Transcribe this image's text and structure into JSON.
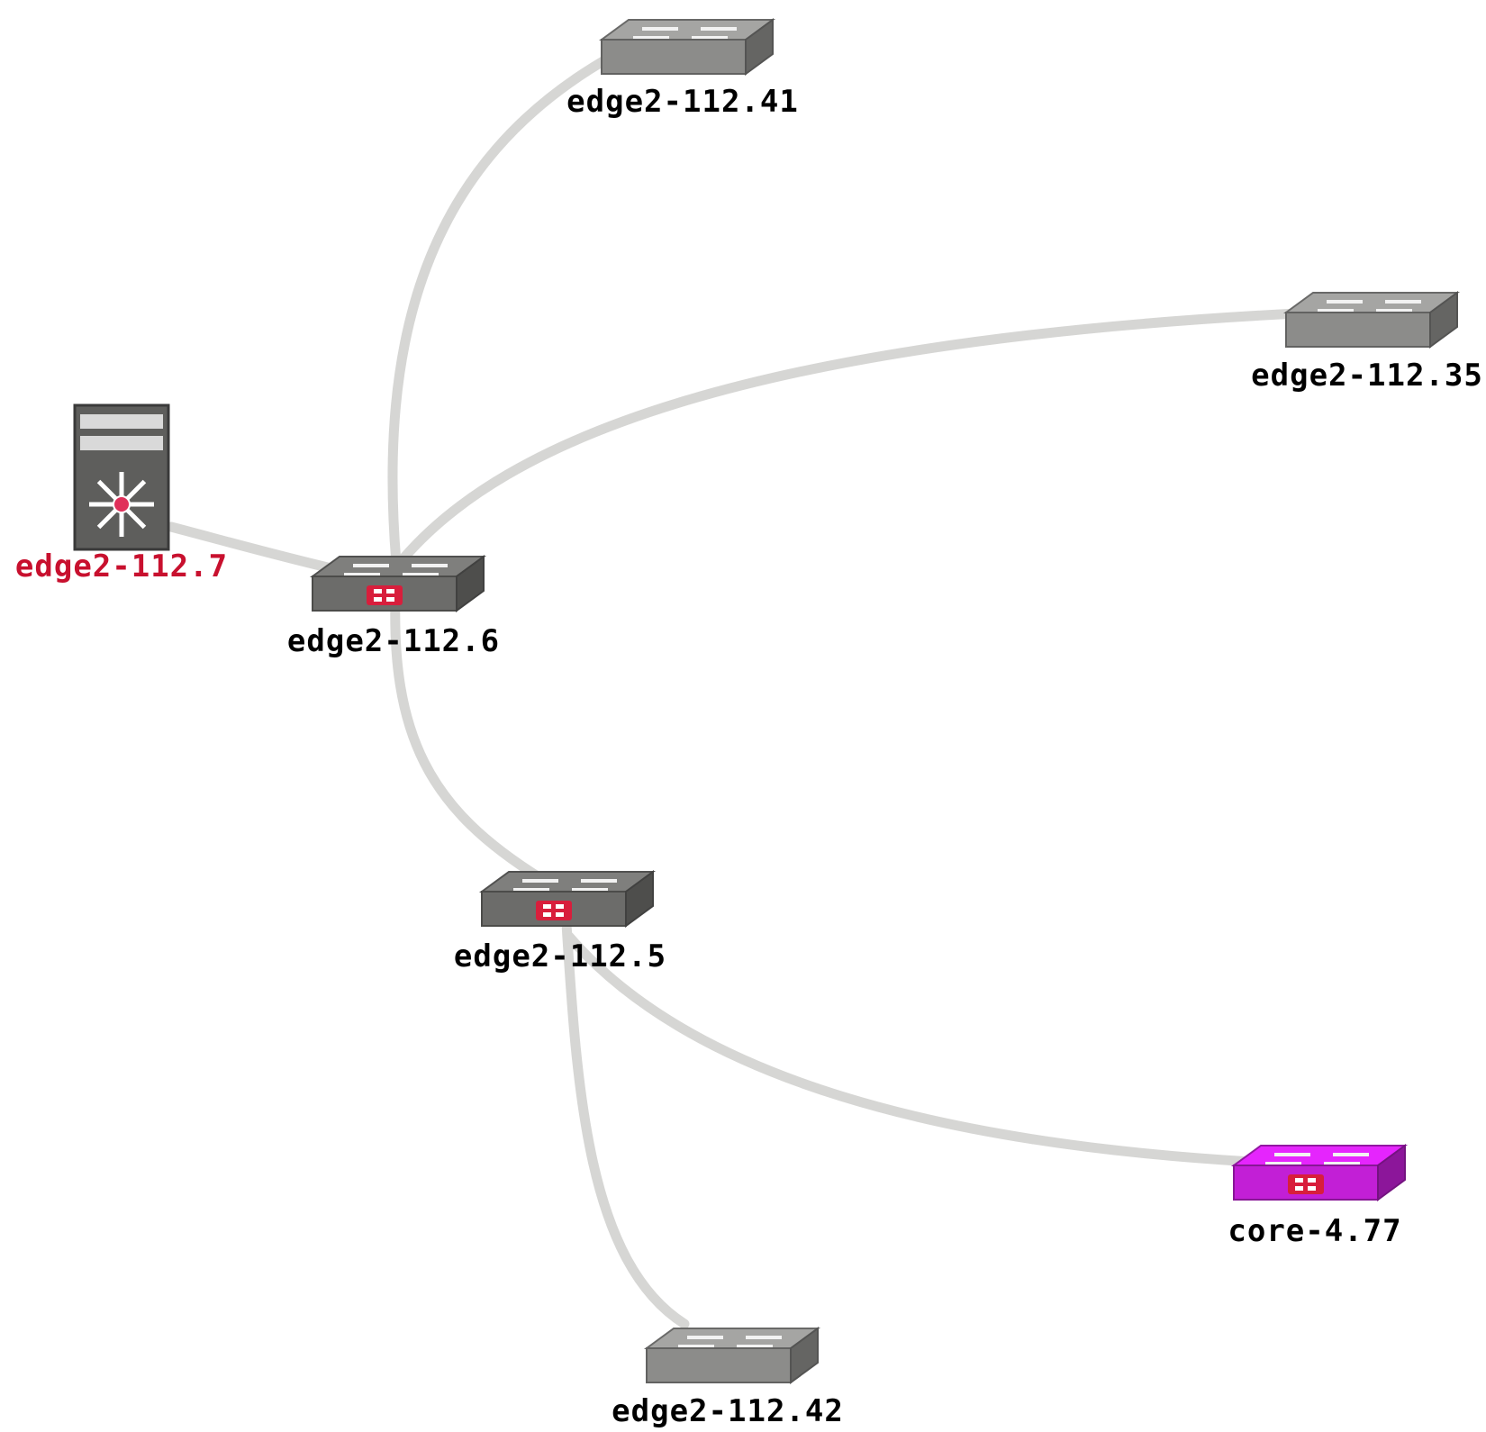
{
  "diagram": {
    "background": "#ffffff",
    "link_color": "#d6d6d4",
    "nodes": [
      {
        "id": "n41",
        "label": "edge2-112.41",
        "device": "switch-icon",
        "color": "#8c8c8a",
        "label_color": "#000000",
        "alarm": false
      },
      {
        "id": "n35",
        "label": "edge2-112.35",
        "device": "switch-icon",
        "color": "#8c8c8a",
        "label_color": "#000000",
        "alarm": false
      },
      {
        "id": "n7",
        "label": "edge2-112.7",
        "device": "chassis-switch-icon",
        "color": "#5e5e5c",
        "label_color": "#c8102e",
        "alarm": true
      },
      {
        "id": "n6",
        "label": "edge2-112.6",
        "device": "switch-icon",
        "color": "#6c6c6a",
        "label_color": "#000000",
        "alarm": true
      },
      {
        "id": "n5",
        "label": "edge2-112.5",
        "device": "switch-icon",
        "color": "#6c6c6a",
        "label_color": "#000000",
        "alarm": true
      },
      {
        "id": "n77",
        "label": "core-4.77",
        "device": "switch-icon",
        "color": "#c21fd6",
        "label_color": "#000000",
        "alarm": true
      },
      {
        "id": "n42",
        "label": "edge2-112.42",
        "device": "switch-icon",
        "color": "#8c8c8a",
        "label_color": "#000000",
        "alarm": false
      }
    ],
    "links": [
      {
        "from": "n6",
        "to": "n41"
      },
      {
        "from": "n6",
        "to": "n35"
      },
      {
        "from": "n6",
        "to": "n7"
      },
      {
        "from": "n6",
        "to": "n5"
      },
      {
        "from": "n5",
        "to": "n77"
      },
      {
        "from": "n5",
        "to": "n42"
      }
    ]
  }
}
